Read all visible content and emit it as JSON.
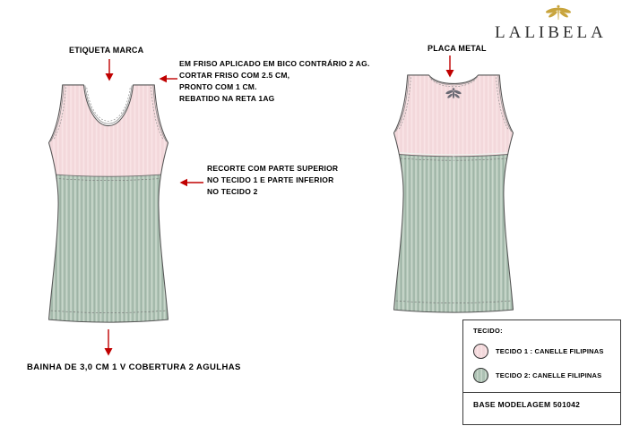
{
  "brand": {
    "name": "LALIBELA"
  },
  "annotations": {
    "etiqueta_marca": "ETIQUETA MARCA",
    "friso": "EM FRISO APLICADO EM BICO CONTRÁRIO 2 AG.\nCORTAR FRISO COM 2.5 CM,\nPRONTO COM 1 CM.\nREBATIDO NA RETA 1AG",
    "placa_metal": "PLACA METAL",
    "recorte": "RECORTE COM PARTE SUPERIOR\nNO TECIDO 1 E PARTE INFERIOR\nNO TECIDO 2",
    "bainha": "BAINHA DE 3,0 CM 1 V COBERTURA 2 AGULHAS"
  },
  "legend": {
    "title": "TECIDO:",
    "items": [
      {
        "label": "TECIDO 1 : CANELLE FILIPINAS",
        "color": "#F3D8DB"
      },
      {
        "label": "TECIDO 2: CANELLE FILIPINAS",
        "color": "#ACC1B3"
      }
    ],
    "base_label": "BASE MODELAGEM 501042"
  },
  "icons": {
    "brand_ornament": "dragonfly-icon",
    "back_detail": "metal-plaque-dragonfly-icon"
  },
  "colors": {
    "fabric1_pink": "#F3D8DB",
    "fabric2_green": "#ACC1B3",
    "arrow_red": "#C00000",
    "brand_gold": "#C8A43C",
    "outline": "#555555"
  }
}
